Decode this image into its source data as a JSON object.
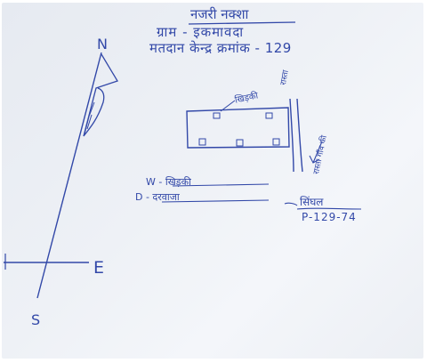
{
  "title": "नजरी नक्शा",
  "village_line": "ग्राम - इकमावदा",
  "center_line": "मतदान केन्द्र क्रमांक - 129",
  "compass": {
    "north": "N",
    "east": "E",
    "south": "S"
  },
  "map": {
    "window_label": "खिड़की",
    "road_label_top": "रास्ता",
    "road_label_bottom": "रास्ता गाँव की"
  },
  "legend": {
    "window_entry": "W - खिड़की",
    "door_entry": "D - दरवाजा"
  },
  "signature": "सिंघल",
  "signature_code": "P-129-74",
  "colors": {
    "ink": "#3248a8",
    "paper": "#eef1f6"
  }
}
